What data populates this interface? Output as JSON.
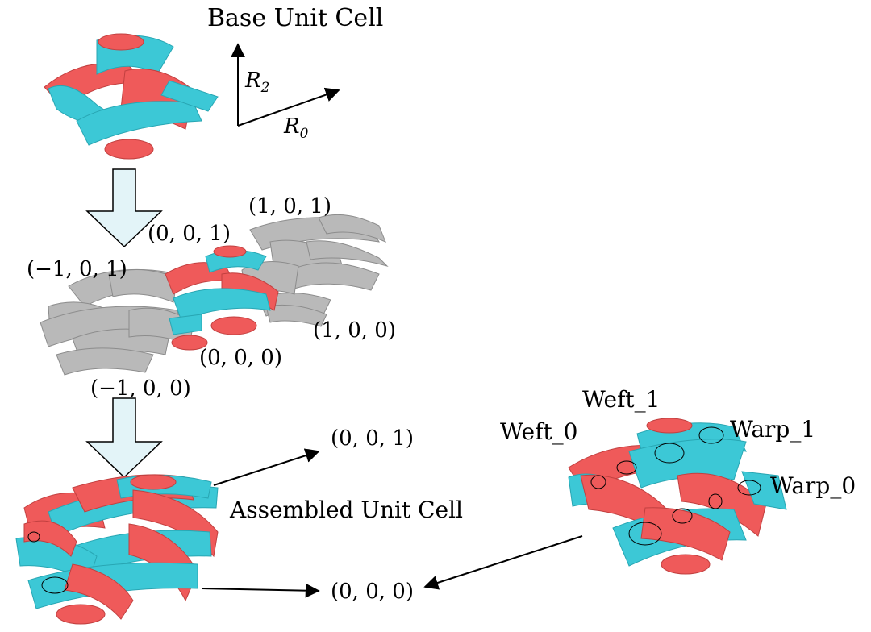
{
  "title": "Base Unit Cell",
  "axes": {
    "vertical": {
      "symbol": "R",
      "subscript": "2"
    },
    "horizontal": {
      "symbol": "R",
      "subscript": "0"
    }
  },
  "cell_labels": {
    "top_right": "(1, 0, 1)",
    "top_center": "(0, 0, 1)",
    "top_left": "(−1, 0, 1)",
    "bottom_right": "(1, 0, 0)",
    "bottom_center": "(0, 0, 0)",
    "bottom_left": "(−1, 0, 0)"
  },
  "assembled": {
    "label": "Assembled Unit Cell",
    "upper_target": "(0, 0, 1)",
    "lower_target": "(0, 0, 0)"
  },
  "yarn_labels": {
    "weft_1": "Weft_1",
    "weft_0": "Weft_0",
    "warp_1": "Warp_1",
    "warp_0": "Warp_0"
  },
  "colors": {
    "weft": "#ef5a5a",
    "warp": "#3cc8d6",
    "neighbor": "#b9b9b9",
    "arrow_fill": "#e3f4f8"
  }
}
